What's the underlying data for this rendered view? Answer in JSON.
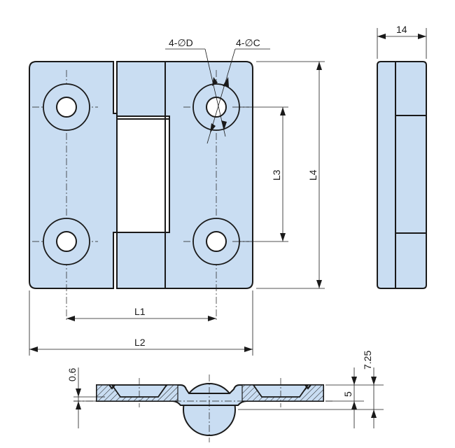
{
  "drawing": {
    "labels": {
      "diameter_d": "4-∅D",
      "diameter_c": "4-∅C",
      "width": "14",
      "l1": "L1",
      "l2": "L2",
      "l3": "L3",
      "l4": "L4",
      "gap": "0.6",
      "height_total": "7.25",
      "thickness": "5"
    },
    "colors": {
      "part_fill": "#c9ddf2",
      "line": "#1a1a1a"
    }
  }
}
